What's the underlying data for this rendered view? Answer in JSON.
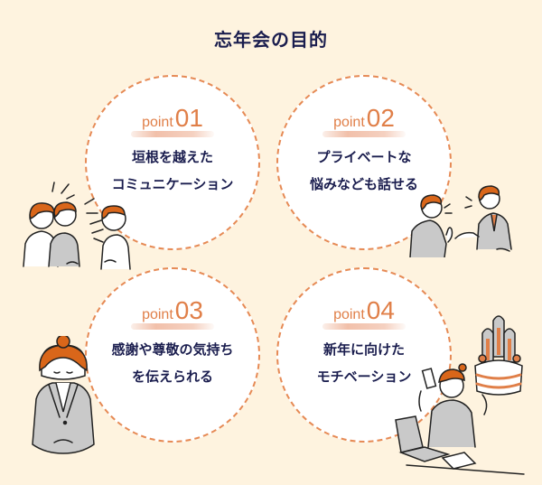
{
  "title": "忘年会の目的",
  "colors": {
    "background": "#fef3df",
    "accent": "#e07f48",
    "text": "#1a1d4e",
    "circle_fill": "#ffffff",
    "hair": "#d9661a",
    "suit": "#c9c9c9"
  },
  "points": [
    {
      "word": "point",
      "num": "01",
      "line1": "垣根を越えた",
      "line2": "コミュニケーション"
    },
    {
      "word": "point",
      "num": "02",
      "line1": "プライベートな",
      "line2": "悩みなども話せる"
    },
    {
      "word": "point",
      "num": "03",
      "line1": "感謝や尊敬の気持ち",
      "line2": "を伝えられる"
    },
    {
      "word": "point",
      "num": "04",
      "line1": "新年に向けた",
      "line2": "モチベーション"
    }
  ],
  "illustrations": [
    {
      "name": "three-people-chatting"
    },
    {
      "name": "businessmen-talking"
    },
    {
      "name": "woman-bowing"
    },
    {
      "name": "woman-working-with-kadomatsu"
    }
  ]
}
